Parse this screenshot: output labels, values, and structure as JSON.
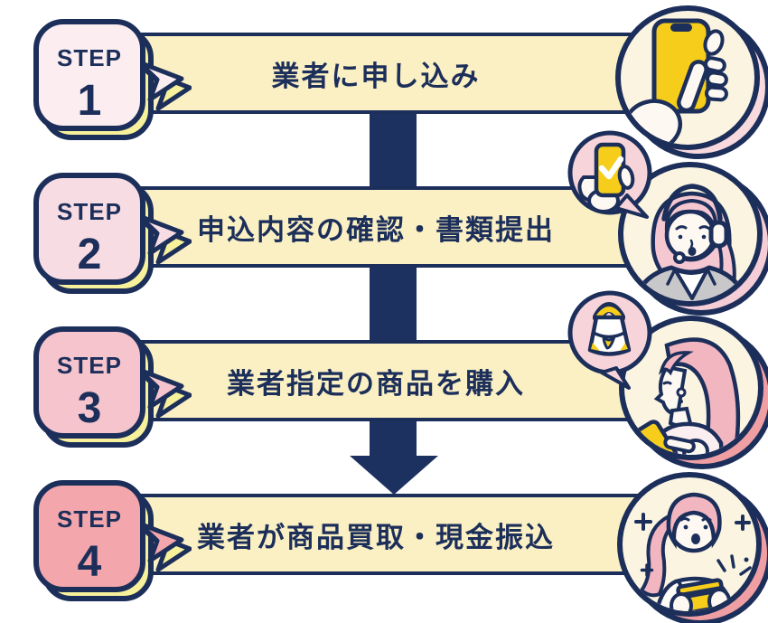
{
  "diagram": {
    "kind": "4-step process flow",
    "arrow_direction": "down"
  },
  "colors": {
    "navy": "#1c2e5a",
    "arrow": "#1d3160",
    "banner_bg": "#faf0c3",
    "badge_shadow_yellow": "#f8f19c",
    "accent_yellow": "#f6cd1a",
    "circle_bg": "#faf4e1",
    "bubble_pink": "#f6d4da",
    "suit_gray": "#c8c8ca",
    "hair_pink": "#f2b6c0",
    "skin_white": "#fdf8f2"
  },
  "steps": [
    {
      "label": "STEP",
      "number": "1",
      "title": "業者に申し込み",
      "badge_color": "#fcedf0",
      "crescent_color": "#f7d9de",
      "icon": "smartphone-tap-hand"
    },
    {
      "label": "STEP",
      "number": "2",
      "title": "申込内容の確認・書類提出",
      "badge_color": "#f8dce3",
      "crescent_color": "#f4cdd6",
      "icon": "customer-support-agent",
      "bubble_icon": "phone-checkmark"
    },
    {
      "label": "STEP",
      "number": "3",
      "title": "業者指定の商品を購入",
      "badge_color": "#f5c4cd",
      "crescent_color": "#ef9fa3",
      "icon": "woman-shopping-smartphone",
      "bubble_icon": "handbag"
    },
    {
      "label": "STEP",
      "number": "4",
      "title": "業者が商品買取・現金振込",
      "badge_color": "#f3a7ac",
      "crescent_color": "#ef9fa3",
      "icon": "woman-holding-cash-card"
    }
  ]
}
